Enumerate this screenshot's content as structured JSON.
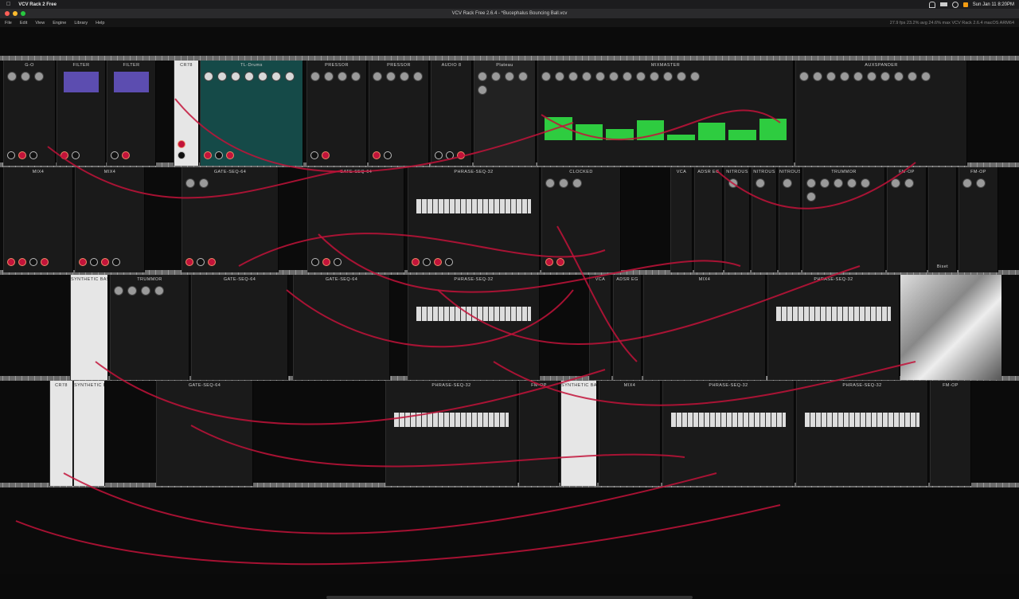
{
  "mac_menubar": {
    "app_name": "VCV Rack 2 Free",
    "clock": "Sun Jan 11  8:20PM"
  },
  "window": {
    "title": "VCV Rack Free 2.6.4 - *Bucephalus Bouncing Ball.vcv"
  },
  "app_menu": {
    "items": [
      "File",
      "Edit",
      "View",
      "Engine",
      "Library",
      "Help"
    ],
    "stats": "27.9 fps  23.2% avg  24.6% max     VCV Rack 2.6.4 macOS ARM64"
  },
  "rows": [
    {
      "modules": [
        {
          "name": "G-O"
        },
        {
          "name": "FILTER"
        },
        {
          "name": "FILTER"
        },
        {
          "name": "CR78"
        },
        {
          "name": "TL-Drums"
        },
        {
          "name": "PRESSOR"
        },
        {
          "name": "PRESSOR"
        },
        {
          "name": "AUDIO 8"
        },
        {
          "name": "Plateau"
        },
        {
          "name": "MIXMASTER"
        },
        {
          "name": "AUXSPANDER"
        }
      ]
    },
    {
      "modules": [
        {
          "name": "MIX4"
        },
        {
          "name": "MIX4"
        },
        {
          "name": "GATE-SEQ-64"
        },
        {
          "name": "GATE-SEQ-64"
        },
        {
          "name": "PHRASE-SEQ-32"
        },
        {
          "name": "CLOCKED"
        },
        {
          "name": "VCA"
        },
        {
          "name": "ADSR EG"
        },
        {
          "name": "NITROUS"
        },
        {
          "name": "NITROUS"
        },
        {
          "name": "NITROUS"
        },
        {
          "name": "TRUMMOR"
        },
        {
          "name": "FM-OP"
        },
        {
          "name": "Biset"
        },
        {
          "name": "FM-OP"
        }
      ]
    },
    {
      "modules": [
        {
          "name": "SYNTHETIC BASS DRUM"
        },
        {
          "name": "TRUMMOR"
        },
        {
          "name": "GATE-SEQ-64"
        },
        {
          "name": "GATE-SEQ-64"
        },
        {
          "name": "PHRASE-SEQ-32"
        },
        {
          "name": "VCA"
        },
        {
          "name": "ADSR EG"
        },
        {
          "name": "MIX4"
        },
        {
          "name": "PHRASE-SEQ-32"
        }
      ]
    },
    {
      "modules": [
        {
          "name": "CR78"
        },
        {
          "name": "SYNTHETIC BASS DRUM"
        },
        {
          "name": "GATE-SEQ-64"
        },
        {
          "name": "PHRASE-SEQ-32"
        },
        {
          "name": "FM-OP"
        },
        {
          "name": "SYNTHETIC BASS DRUM"
        },
        {
          "name": "MIX4"
        },
        {
          "name": "PHRASE-SEQ-32"
        },
        {
          "name": "PHRASE-SEQ-32"
        },
        {
          "name": "FM-OP"
        }
      ]
    }
  ],
  "colors": {
    "cable": "#c2133a",
    "led_green": "#2ecc40",
    "led_red": "#ff2a2a",
    "led_yellow": "#f3c400",
    "rail": "#8a8a8a",
    "panel_dark": "#1a1a1a",
    "panel_light": "#e6e6e6",
    "panel_teal": "#154a48"
  },
  "icons": {
    "mac_apple": "apple-icon",
    "wifi": "wifi-icon",
    "battery": "battery-icon",
    "search": "search-icon",
    "control_center": "control-center-icon"
  }
}
